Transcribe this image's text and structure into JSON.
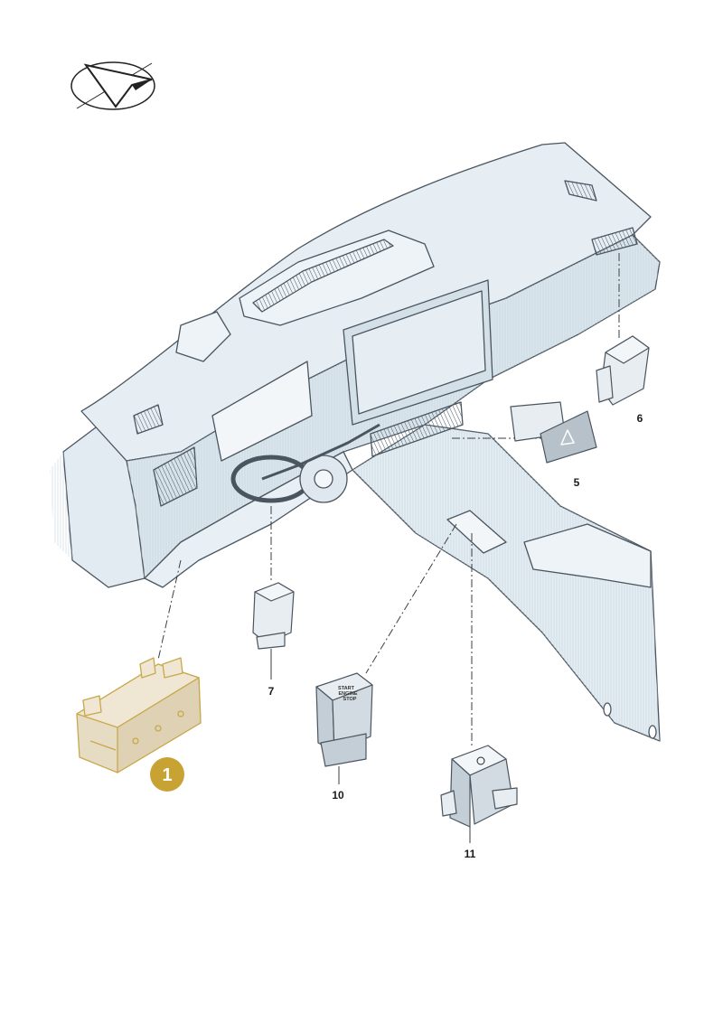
{
  "colors": {
    "dash_fill": "#dce7ee",
    "dash_stroke": "#4a5560",
    "part_fill": "#e8edf1",
    "highlight_fill": "#e6dcc4",
    "highlight_stroke": "#c9a84a",
    "badge_fill": "#c9a234"
  },
  "icons": [
    "view-direction-icon",
    "hazard-triangle-icon",
    "parking-brake-icon"
  ],
  "callouts": [
    {
      "id": "1",
      "label": "1",
      "highlighted": true
    },
    {
      "id": "5",
      "label": "5"
    },
    {
      "id": "6",
      "label": "6"
    },
    {
      "id": "7",
      "label": "7"
    },
    {
      "id": "10",
      "label": "10"
    },
    {
      "id": "11",
      "label": "11"
    }
  ],
  "part10_text": [
    "START",
    "ENGINE",
    "STOP"
  ]
}
